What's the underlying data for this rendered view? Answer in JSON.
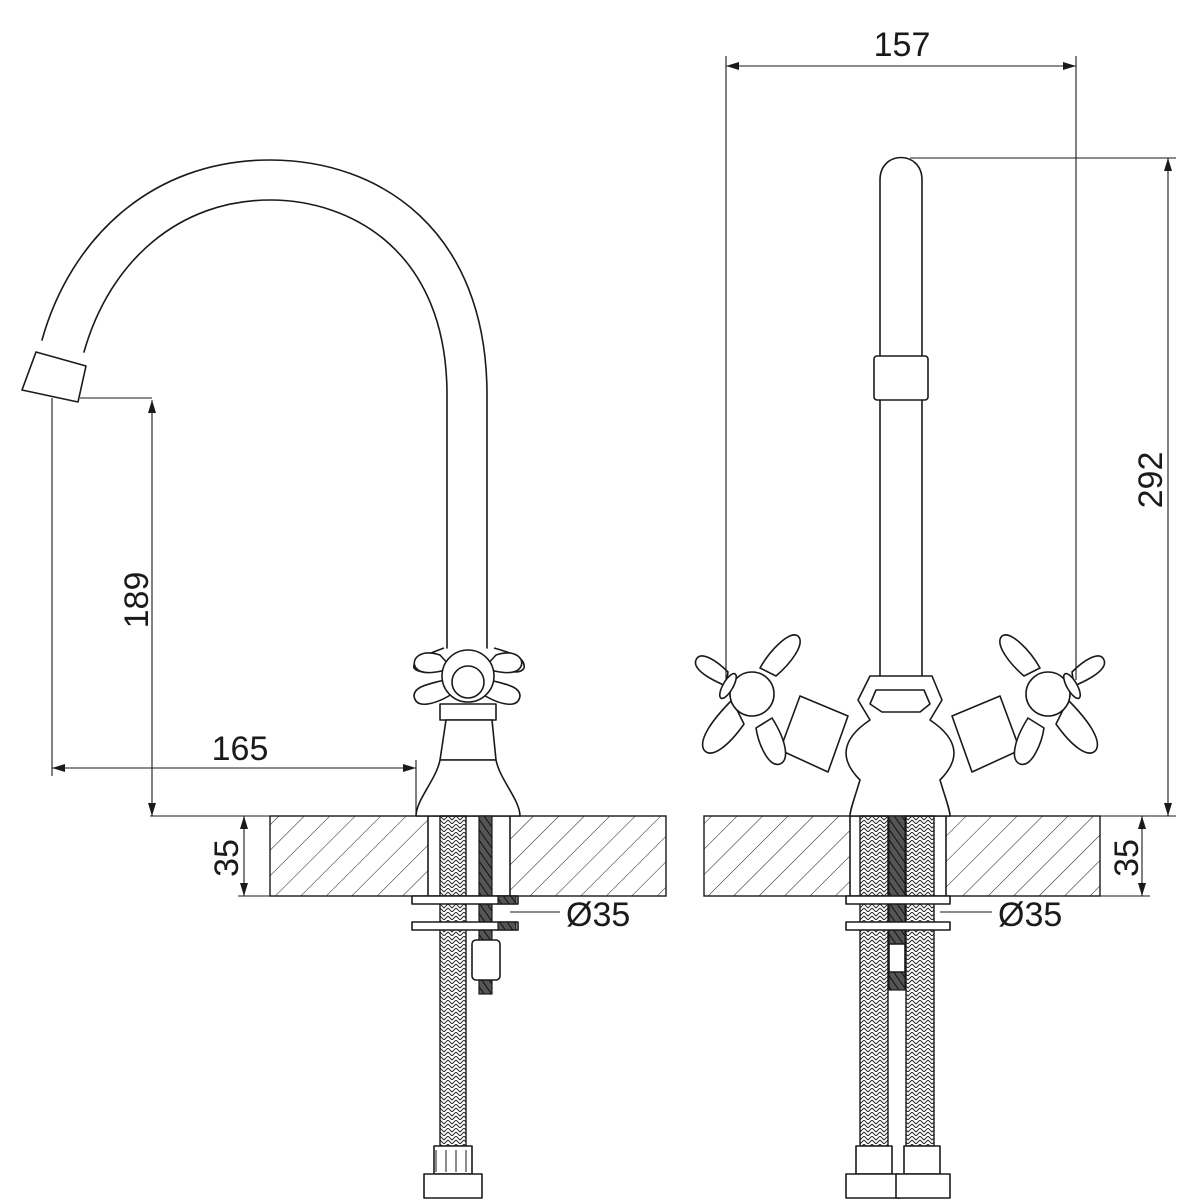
{
  "dimensions": {
    "spout_height": "189",
    "spout_reach": "165",
    "width": "157",
    "total_height": "292",
    "counter_thickness_left": "35",
    "counter_thickness_right": "35",
    "hole_diameter_left": "Ø35",
    "hole_diameter_right": "Ø35"
  }
}
